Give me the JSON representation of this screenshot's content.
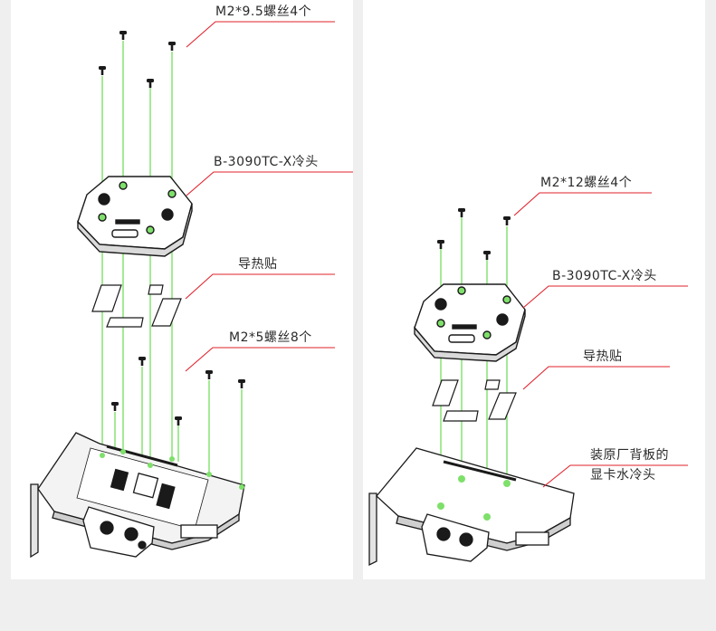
{
  "colors": {
    "background": "#efefef",
    "panel": "#ffffff",
    "guide_line": "#7ee06a",
    "leader_line": "#e0202a",
    "outline": "#1a1a1a",
    "text": "#2b2b2b"
  },
  "left_panel": {
    "callouts": {
      "screws_top": "M2*9.5螺丝4个",
      "waterblock": "B-3090TC-X冷头",
      "thermal_pad": "导热贴",
      "screws_bottom": "M2*5螺丝8个"
    }
  },
  "right_panel": {
    "callouts": {
      "screws_top": "M2*12螺丝4个",
      "waterblock": "B-3090TC-X冷头",
      "thermal_pad": "导热贴",
      "backplate_line1": "装原厂背板的",
      "backplate_line2": "显卡水冷头"
    }
  }
}
